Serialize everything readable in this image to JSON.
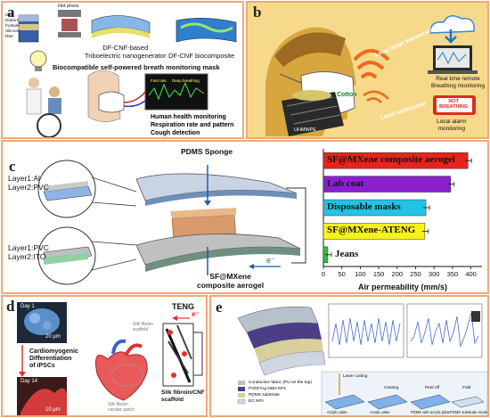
{
  "panel_a": {
    "label": "a",
    "top_labels": [
      "CNF",
      "Diatom",
      "frustule",
      "Silicone",
      "filter"
    ],
    "hot_press": "Hot press",
    "teng": "DF-CNF-based\nTriboelectric nanogenerator",
    "biocomposite": "DF-CNF biocomposite",
    "mask_title": "Biocompatible self-powered breath monitoring mask",
    "monitor_lines": [
      "Human health monitoring",
      "Respiration rate and pattern",
      "Cough detection"
    ]
  },
  "panel_b": {
    "label": "b",
    "long_range": "Long range transmission",
    "remote": "Real time remote\nBreathing monitoring",
    "short_dist": "Local notification",
    "alarm": "Local alarm\nmonitoring",
    "not_breathing": "NOT\nBREATHING",
    "cotton": "Cotton",
    "uhmwpe": "UHMWPE"
  },
  "panel_c": {
    "label": "c",
    "pdms": "PDMS Sponge",
    "layer_top": "Layer1:Al\nLayer2:PVC",
    "layer_bottom": "Layer1:PVC\nLayer2:ITO",
    "aerogel": "SF@MXene\ncomposite aerogel",
    "electron": "e⁻"
  },
  "chart_data": {
    "type": "bar",
    "orientation": "horizontal",
    "categories": [
      "SF@MXene composite aerogel",
      "Lab coat",
      "Disposable masks",
      "SF@MXene-ATENG",
      "Jeans"
    ],
    "values": [
      392,
      345,
      278,
      275,
      12
    ],
    "colors": [
      "#e8231c",
      "#8b1fd0",
      "#22c3e6",
      "#f7f21a",
      "#2fbf3a"
    ],
    "xlabel": "Air permeability (mm/s)",
    "xlim": [
      0,
      430
    ],
    "xticks": [
      "0",
      "50",
      "100",
      "150",
      "200",
      "250",
      "300",
      "350",
      "400"
    ]
  },
  "panel_d": {
    "label": "d",
    "day1": "Day 1",
    "scale1": "20 μm",
    "differentiation": "Cardiomyogenic\nDifferentiation\nof iPSCs",
    "day14": "Day 14",
    "scale2": "10 μm",
    "teng": "TENG",
    "silk_scaffold": "Silk fibroin\nscaffold",
    "silk_patch": "Silk fibroin\ncardiac patch",
    "silk_cnf": "Silk fibroin/CNF\nscaffold",
    "electron": "e⁻"
  },
  "panel_e": {
    "label": "e",
    "legend": [
      "Conductive fabric (PU on the top)",
      "PVDF/Ag NWs NFs",
      "PDMS substrate",
      "EC NFs"
    ],
    "process": [
      "Laser cutting",
      "Casting",
      "Peel off",
      "Fold"
    ],
    "steps": [
      "Acrylic plate",
      "Acrylic plate",
      "PDMS with acrylic plate",
      "PDMS substrate model"
    ]
  }
}
